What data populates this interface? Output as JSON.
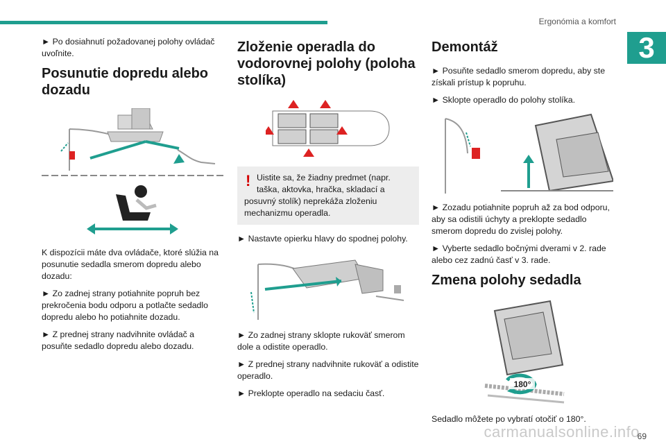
{
  "header": {
    "section_title": "Ergonómia a komfort",
    "chapter_number": "3"
  },
  "footer": {
    "page_number": "69",
    "watermark": "carmanualsonline.info"
  },
  "col1": {
    "p1": "► Po dosiahnutí požadovanej polohy ovládač uvoľnite.",
    "h1": "Posunutie dopredu alebo dozadu",
    "p2": "K dispozícii máte dva ovládače, ktoré slúžia na posunutie sedadla smerom dopredu alebo dozadu:",
    "p3": "► Zo zadnej strany potiahnite popruh bez prekročenia bodu odporu a potlačte sedadlo dopredu alebo ho potiahnite dozadu.",
    "p4": "► Z prednej strany nadvihnite ovládač a posuňte sedadlo dopredu alebo dozadu."
  },
  "col2": {
    "h1": "Zloženie operadla do vodorovnej polohy (poloha stolíka)",
    "warning_l1": "Uistite sa, že žiadny predmet (napr. taška, aktovka, hračka, skladací a",
    "warning_l2": "posuvný stolík) neprekáža zloženiu mechanizmu operadla.",
    "p1": "► Nastavte opierku hlavy do spodnej polohy.",
    "p2": "► Zo zadnej strany sklopte rukoväť smerom dole a odistite operadlo.",
    "p3": "► Z prednej strany nadvihnite rukoväť a odistite operadlo.",
    "p4": "► Preklopte operadlo na sedaciu časť."
  },
  "col3": {
    "h1": "Demontáž",
    "p1": "► Posuňte sedadlo smerom dopredu, aby ste získali prístup k popruhu.",
    "p2": "► Sklopte operadlo do polohy stolíka.",
    "p3": "► Zozadu potiahnite popruh až za bod odporu, aby sa odistili úchyty a preklopte sedadlo smerom dopredu do zvislej polohy.",
    "p4": "► Vyberte sedadlo bočnými dverami v 2. rade alebo cez zadnú časť v 3. rade.",
    "h2": "Zmena polohy sedadla",
    "rotation_label": "180°",
    "p5": "Sedadlo môžete po vybratí otočiť o 180°."
  }
}
